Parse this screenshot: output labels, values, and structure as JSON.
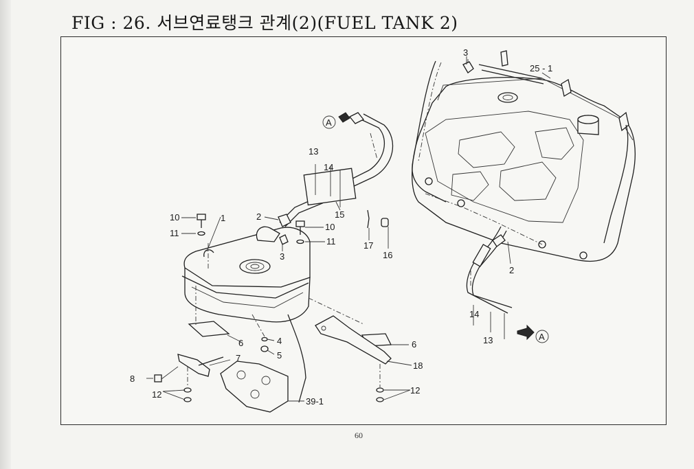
{
  "title": "FIG : 26. 서브연료탱크 관계(2)(FUEL TANK 2)",
  "page_number": "60",
  "labels": {
    "p10a": "10",
    "p11a": "11",
    "p1": "1",
    "p2a": "2",
    "p3a": "3",
    "p10b": "10",
    "p11b": "11",
    "p13a": "13",
    "p14a": "14",
    "p15": "15",
    "p17": "17",
    "p16": "16",
    "p3b": "3",
    "p25_1": "25 - 1",
    "p2b": "2",
    "p14b": "14",
    "p13b": "13",
    "p6a": "6",
    "p4": "4",
    "p5": "5",
    "p7": "7",
    "p8": "8",
    "p12a": "12",
    "p6b": "6",
    "p18": "18",
    "p12b": "12",
    "p39_1": "39-1",
    "ref_a1": "A",
    "ref_a2": "A"
  }
}
